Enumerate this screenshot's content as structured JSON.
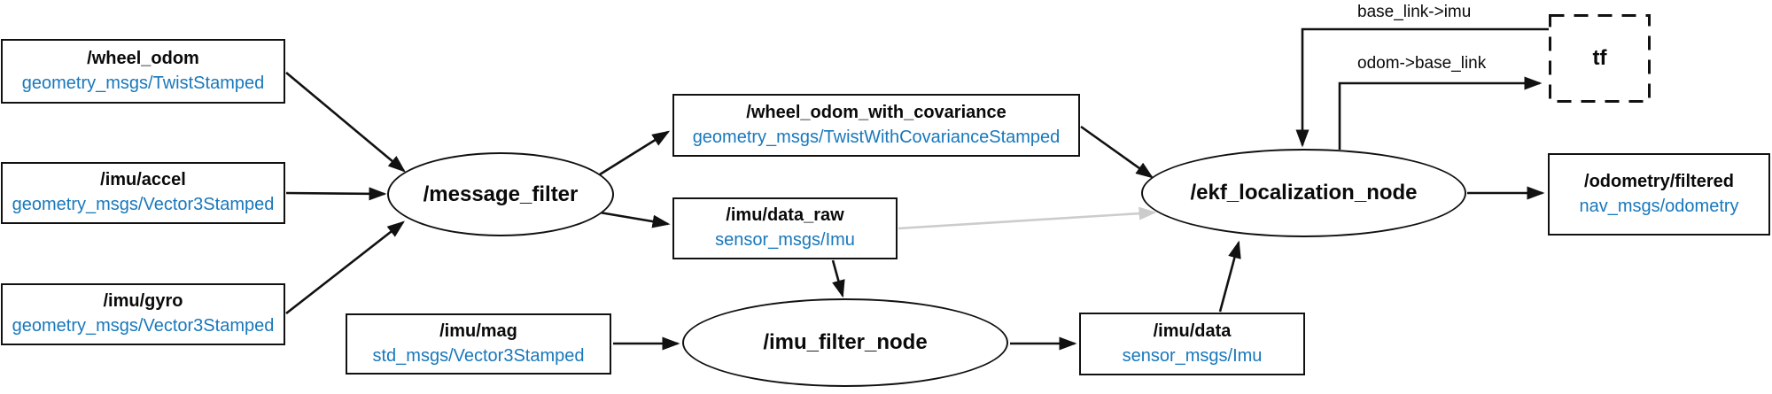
{
  "diagram": {
    "type": "ros-node-graph",
    "colors": {
      "background": "#ffffff",
      "node_border": "#111111",
      "topic_type_blue": "#1878bc",
      "edge": "#111111",
      "edge_faded": "#cccccc"
    },
    "nodes": {
      "wheel_odom": {
        "title": "/wheel_odom",
        "msg_type": "geometry_msgs/TwistStamped",
        "shape": "box"
      },
      "imu_accel": {
        "title": "/imu/accel",
        "msg_type": "geometry_msgs/Vector3Stamped",
        "shape": "box"
      },
      "imu_gyro": {
        "title": "/imu/gyro",
        "msg_type": "geometry_msgs/Vector3Stamped",
        "shape": "box"
      },
      "message_filter": {
        "title": "/message_filter",
        "shape": "ellipse"
      },
      "wheel_odom_with_covariance": {
        "title": "/wheel_odom_with_covariance",
        "msg_type": "geometry_msgs/TwistWithCovarianceStamped",
        "shape": "box"
      },
      "imu_data_raw": {
        "title": "/imu/data_raw",
        "msg_type": "sensor_msgs/Imu",
        "shape": "box"
      },
      "imu_mag": {
        "title": "/imu/mag",
        "msg_type": "std_msgs/Vector3Stamped",
        "shape": "box"
      },
      "imu_filter_node": {
        "title": "/imu_filter_node",
        "shape": "ellipse"
      },
      "imu_data": {
        "title": "/imu/data",
        "msg_type": "sensor_msgs/Imu",
        "shape": "box"
      },
      "ekf_localization_node": {
        "title": "/ekf_localization_node",
        "shape": "ellipse"
      },
      "tf": {
        "title": "tf",
        "shape": "dashed-box"
      },
      "odometry_filtered": {
        "title": "/odometry/filtered",
        "msg_type": "nav_msgs/odometry",
        "shape": "box"
      }
    },
    "edge_labels": {
      "base_link_to_imu": "base_link->imu",
      "odom_to_base_link": "odom->base_link"
    },
    "edges": [
      {
        "from": "/wheel_odom",
        "to": "/message_filter"
      },
      {
        "from": "/imu/accel",
        "to": "/message_filter"
      },
      {
        "from": "/imu/gyro",
        "to": "/message_filter"
      },
      {
        "from": "/message_filter",
        "to": "/wheel_odom_with_covariance"
      },
      {
        "from": "/message_filter",
        "to": "/imu/data_raw"
      },
      {
        "from": "/wheel_odom_with_covariance",
        "to": "/ekf_localization_node"
      },
      {
        "from": "/imu/data_raw",
        "to": "/ekf_localization_node",
        "style": "faded"
      },
      {
        "from": "/imu/data_raw",
        "to": "/imu_filter_node"
      },
      {
        "from": "/imu/mag",
        "to": "/imu_filter_node"
      },
      {
        "from": "/imu_filter_node",
        "to": "/imu/data"
      },
      {
        "from": "/imu/data",
        "to": "/ekf_localization_node"
      },
      {
        "from": "tf",
        "to": "/ekf_localization_node",
        "label": "base_link->imu"
      },
      {
        "from": "/ekf_localization_node",
        "to": "tf",
        "label": "odom->base_link"
      },
      {
        "from": "/ekf_localization_node",
        "to": "/odometry/filtered"
      }
    ]
  }
}
